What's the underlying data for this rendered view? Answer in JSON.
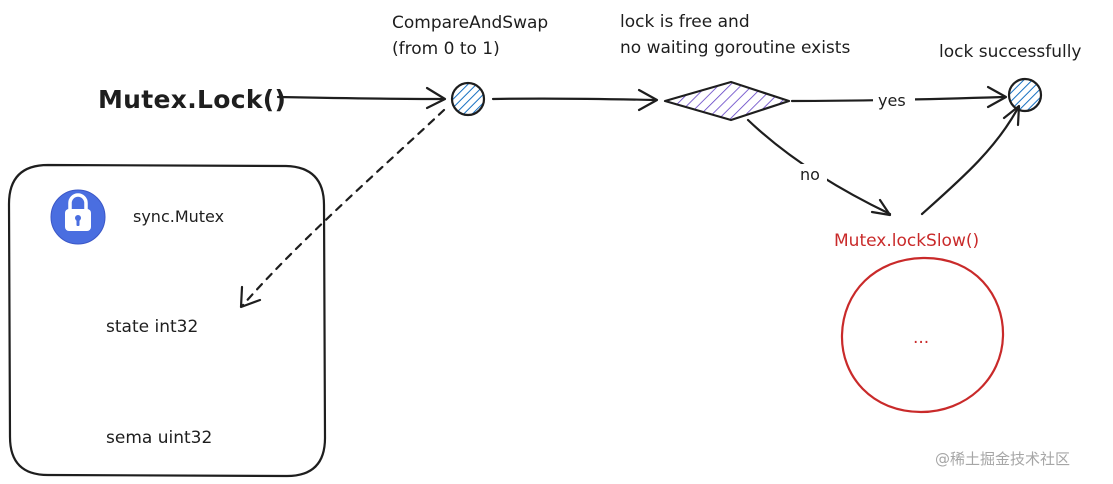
{
  "entry": {
    "label": "Mutex.Lock()"
  },
  "cas": {
    "label_line1": "CompareAndSwap",
    "label_line2": "(from 0 to 1)"
  },
  "decision": {
    "label_line1": "lock is free and",
    "label_line2": "no waiting goroutine exists"
  },
  "success": {
    "label": "lock successfully"
  },
  "edges": {
    "yes": "yes",
    "no": "no"
  },
  "slow_path": {
    "label": "Mutex.lockSlow()",
    "body": "..."
  },
  "struct": {
    "title": "sync.Mutex",
    "fields": [
      "state int32",
      "sema uint32"
    ],
    "icon": "lock-icon"
  },
  "watermark": "@稀土掘金技术社区",
  "colors": {
    "stroke": "#1e1e1e",
    "hatch_blue": "#1971c2",
    "hatch_purple": "#5f3dc4",
    "slow_red": "#c92a2a",
    "icon_blue": "#4a6ee0"
  }
}
